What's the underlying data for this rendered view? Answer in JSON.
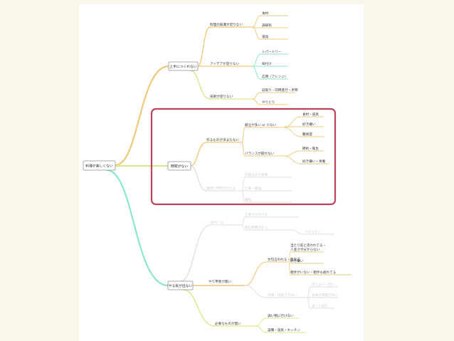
{
  "colors": {
    "yellow": "#f0c97a",
    "mint": "#8ee6c8",
    "lime": "#dbe88a",
    "gray": "#dedede",
    "highlight": "#c0405e",
    "background": "#fbf6ea"
  },
  "mindmap": {
    "root": "料理が楽しくない",
    "branch1": {
      "label": "上手につくれない",
      "sub1": {
        "label": "料理の知識が足りない",
        "leaves": [
          "食材",
          "調味料",
          "道具"
        ]
      },
      "sub2": {
        "label": "アイデアが足りない",
        "leaves": [
          "レパートリー",
          "味付け",
          "応用（アレンジ）"
        ]
      },
      "sub3": {
        "label": "技術が足りない",
        "leaves": [
          "段取り・同時進行・手際",
          "やりとり"
        ]
      }
    },
    "branch2": {
      "label": "時間がない",
      "sub1": {
        "label": "作るものが決まらない",
        "g1": {
          "label": "献立が多い or 少ない",
          "leaves": [
            "食材・道具",
            "好き嫌い",
            "難易度"
          ]
        },
        "g2": {
          "label": "バランスが取れない",
          "leaves": [
            "節約・衛生",
            "好き嫌い・栄養"
          ]
        }
      },
      "sub2": {
        "label": "面倒で手間がかかる",
        "leaves": [
          "料理以外の家事",
          "仕事・勉強",
          "趣味"
        ]
      }
    },
    "branch3": {
      "label": "やる気が出ない",
      "sub1": {
        "label": "疲れてる",
        "leaves": [
          "仕事でクタクタ",
          "家の用事がある",
          "つまらない"
        ]
      },
      "sub2": {
        "label": "やり甲斐が無い",
        "g1": {
          "label": "文句言われる・無反応",
          "leaves": [
            "当たり前と思われてる・",
            "人並さが分からない",
            "好き嫌い",
            "相手がいない・相手も疲れてる"
          ]
        },
        "g2": {
          "label": "評価・比較できない",
          "leaves": [
            "周りより一回り",
            "食事の時間が早い",
            "遠くに住む"
          ]
        }
      },
      "sub3": {
        "label": "必要なものが無い",
        "leaves": [
          "調い物に行けない",
          "設備・道具・キッチン"
        ]
      }
    }
  }
}
